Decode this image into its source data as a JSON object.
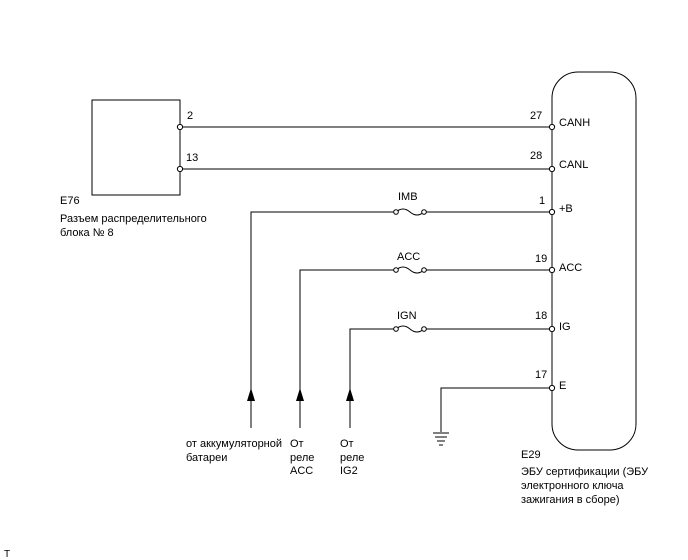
{
  "left_connector": {
    "code": "E76",
    "desc_line1": "Разъем распределительного",
    "desc_line2": "блока № 8"
  },
  "ecu": {
    "code": "E29",
    "desc_line1": "ЭБУ сертификации (ЭБУ",
    "desc_line2": "электронного ключа",
    "desc_line3": "зажигания в сборе)"
  },
  "lines": {
    "canh": {
      "left_pin": "2",
      "right_pin": "27",
      "signal": "CANH"
    },
    "canl": {
      "left_pin": "13",
      "right_pin": "28",
      "signal": "CANL"
    },
    "b": {
      "fuse": "IMB",
      "pin": "1",
      "signal": "+B"
    },
    "acc": {
      "fuse": "ACC",
      "pin": "19",
      "signal": "ACC"
    },
    "ig": {
      "fuse": "IGN",
      "pin": "18",
      "signal": "IG"
    },
    "e": {
      "pin": "17",
      "signal": "E"
    }
  },
  "sources": {
    "battery_line1": "от аккумуляторной",
    "battery_line2": "батареи",
    "acc_line1": "От",
    "acc_line2": "реле",
    "acc_line3": "ACC",
    "ig2_line1": "От",
    "ig2_line2": "реле",
    "ig2_line3": "IG2"
  },
  "corner_mark": "T"
}
